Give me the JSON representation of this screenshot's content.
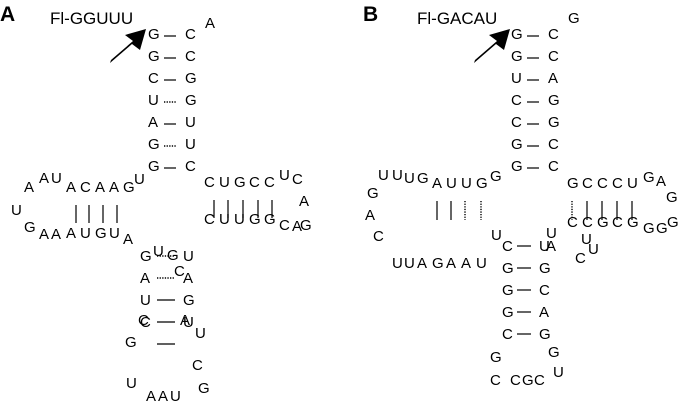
{
  "panels": [
    {
      "letter": "A",
      "label": "Fl-GGUUU",
      "nucleotides": [
        "G",
        "C",
        "A",
        "G",
        "C",
        "C",
        "G",
        "U",
        "G",
        "A",
        "U",
        "G",
        "U",
        "G",
        "C",
        "U",
        "U",
        "A",
        "A",
        "U",
        "A",
        "C",
        "A",
        "A",
        "G",
        "G",
        "A",
        "A",
        "A",
        "U",
        "G",
        "U",
        "A",
        "C",
        "U",
        "G",
        "C",
        "C",
        "U",
        "C",
        "A",
        "G",
        "C",
        "U",
        "U",
        "G",
        "G",
        "C",
        "A",
        "G",
        "U",
        "A",
        "A",
        "U",
        "G",
        "C",
        "U",
        "U",
        "G",
        "C",
        "G",
        "C",
        "A",
        "U",
        "U",
        "A",
        "A",
        "U",
        "G",
        "C",
        "A",
        "A"
      ]
    },
    {
      "letter": "B",
      "label": "Fl-GACAU",
      "nucleotides": [
        "G",
        "C",
        "G",
        "G",
        "C",
        "U",
        "A",
        "C",
        "G",
        "C",
        "G",
        "G",
        "C",
        "G",
        "C",
        "U",
        "G",
        "A",
        "C",
        "U",
        "U",
        "G",
        "A",
        "U",
        "U",
        "G",
        "G",
        "U",
        "U",
        "A",
        "G",
        "A",
        "A",
        "U",
        "U",
        "G",
        "C",
        "C",
        "C",
        "U",
        "G",
        "A",
        "G",
        "G",
        "C",
        "C",
        "G",
        "C",
        "G",
        "G",
        "G",
        "U",
        "U",
        "C",
        "C",
        "U",
        "G",
        "G",
        "G",
        "C",
        "G",
        "A",
        "C",
        "G",
        "U",
        "A",
        "G",
        "C",
        "C",
        "G",
        "C",
        "U",
        "G",
        "U",
        "C",
        "A"
      ]
    }
  ]
}
